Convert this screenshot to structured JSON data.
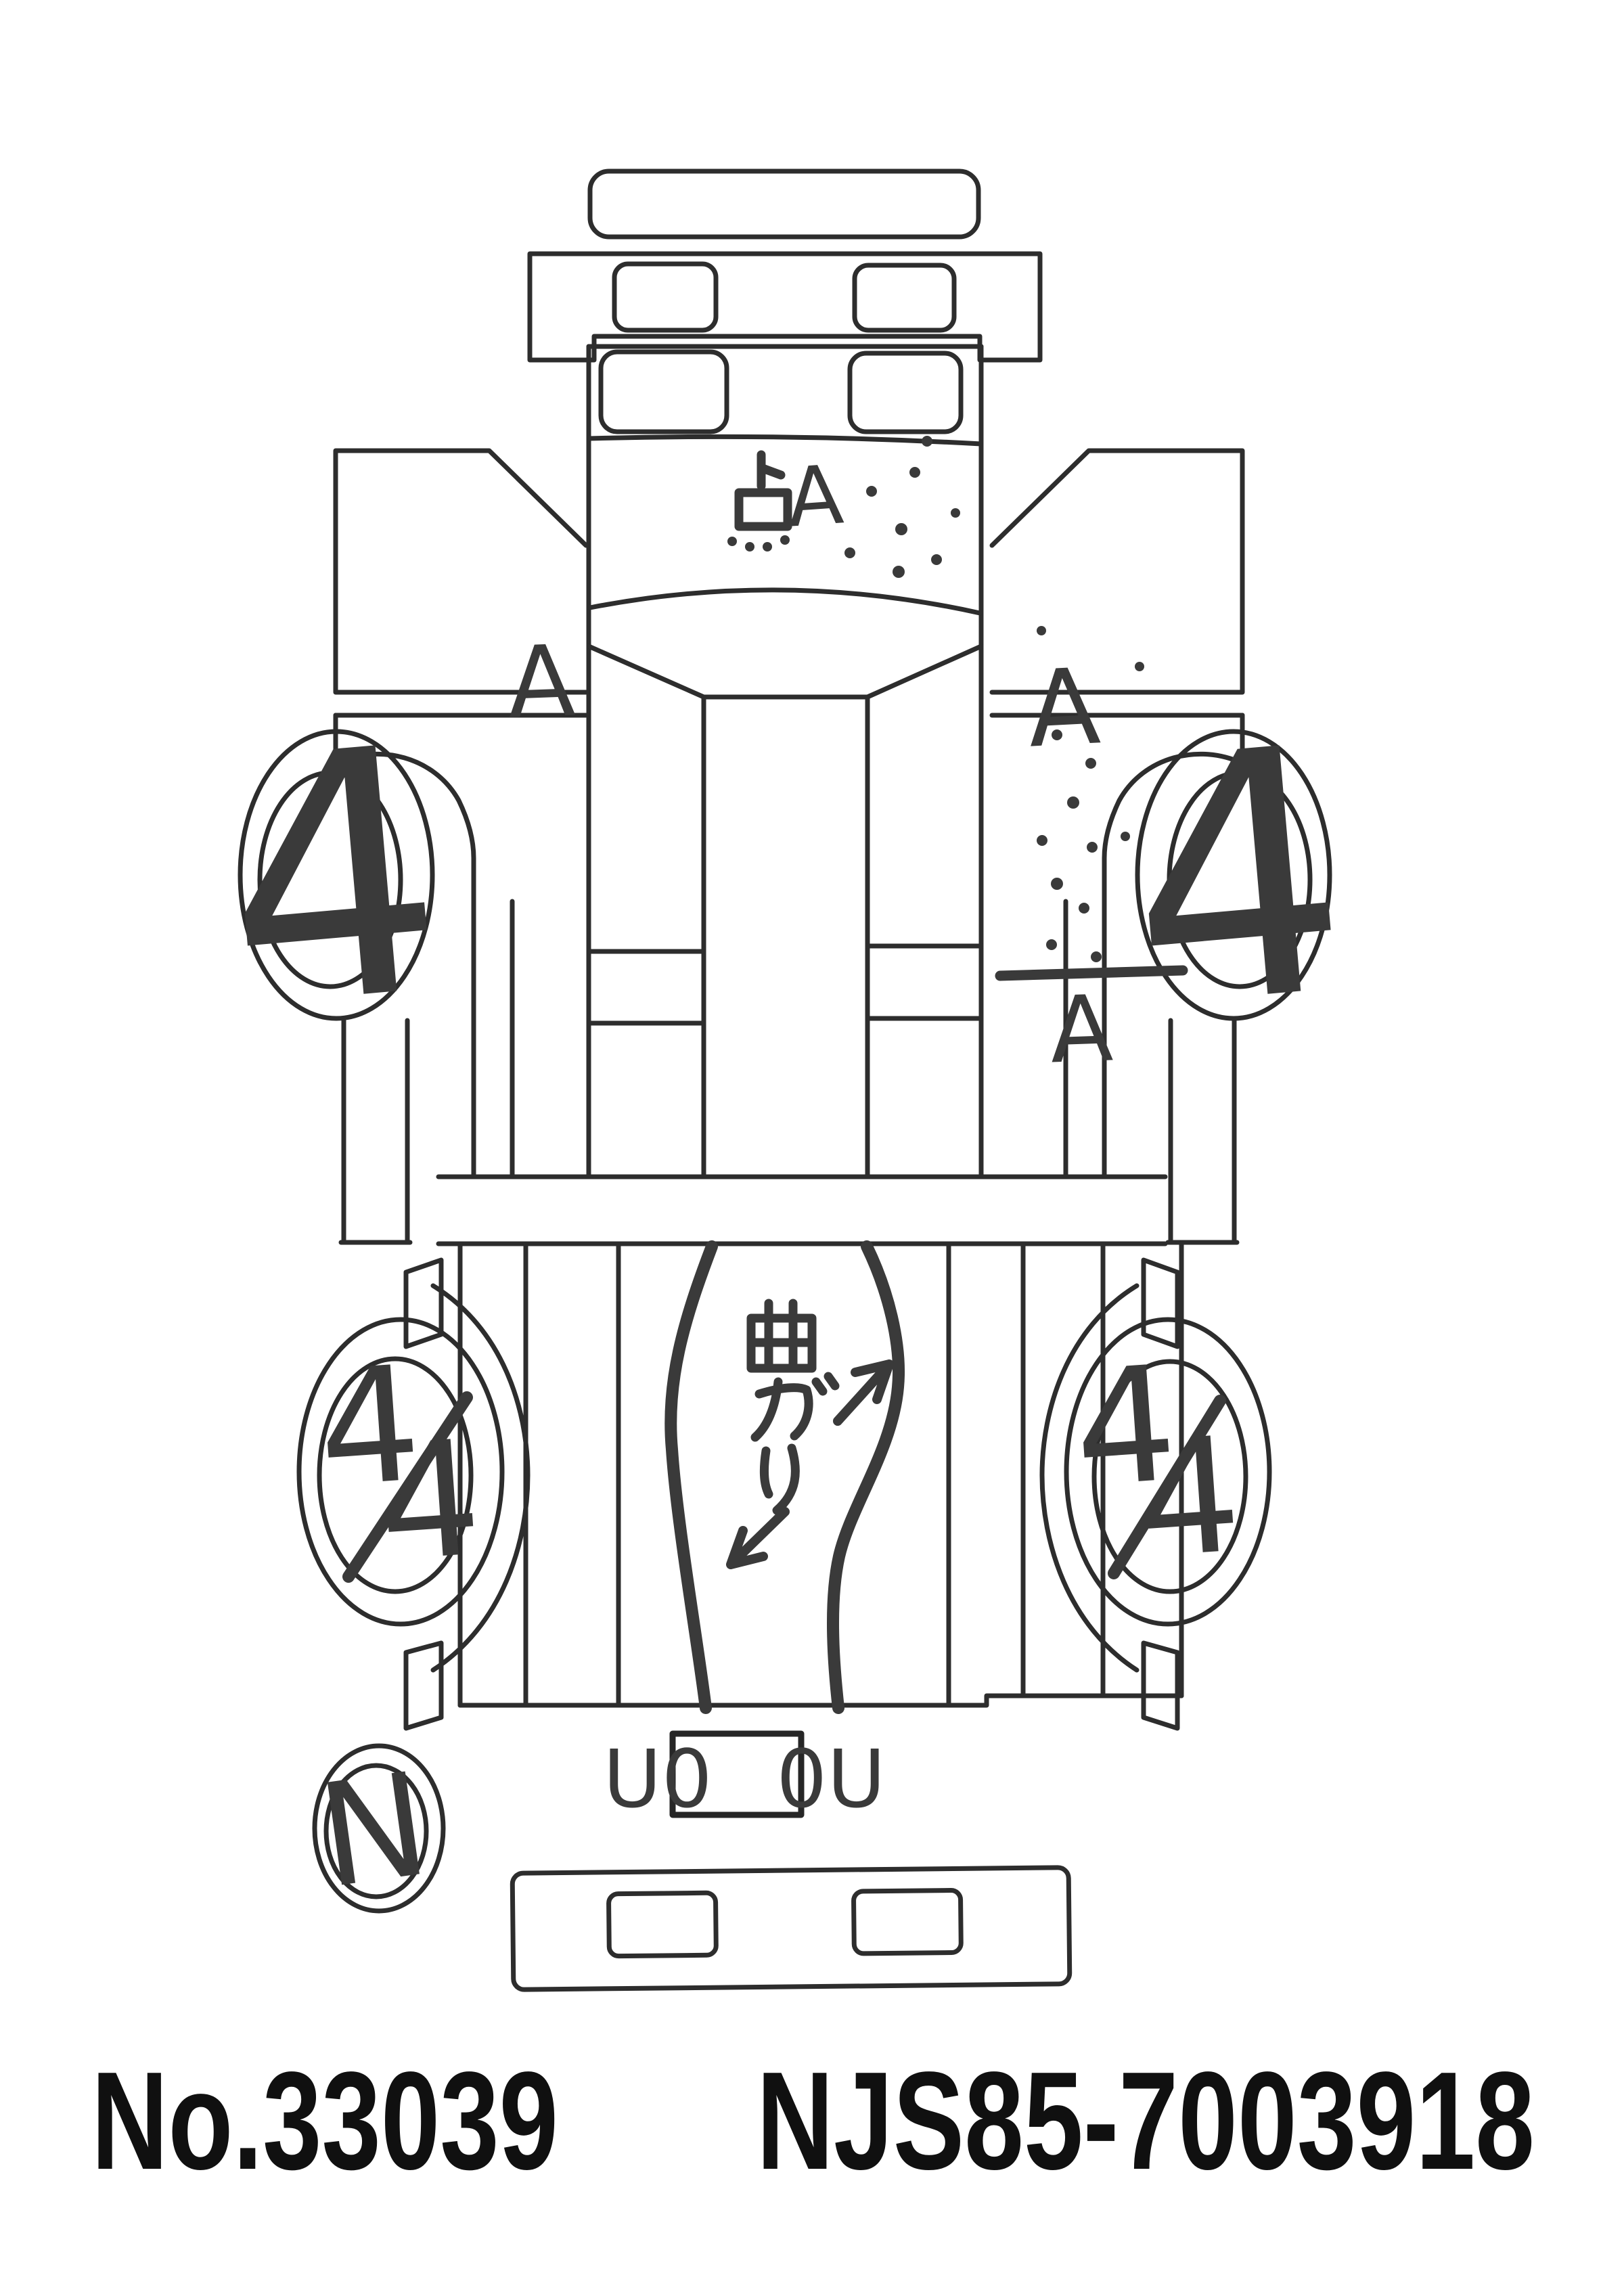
{
  "palette": {
    "paper": "#ffffff",
    "pen_ink": "#2d2d2d",
    "marker_ink": "#3a3a3a",
    "print_ink": "#101010"
  },
  "marks": {
    "roof_note": "点A",
    "roof_note_letter": "A",
    "panel_letter": "A",
    "front_wheel_grade": "4",
    "rear_wheel_grade_digit": "4",
    "rear_wheel_grade_full": "4/4",
    "bend_note": "曲がり",
    "hitch_note_left": "U0",
    "hitch_note_right": "0U",
    "stamp_letter": "N"
  },
  "footer": {
    "sheet_no": "No.33039",
    "chassis_no": "NJS85-7003918"
  }
}
